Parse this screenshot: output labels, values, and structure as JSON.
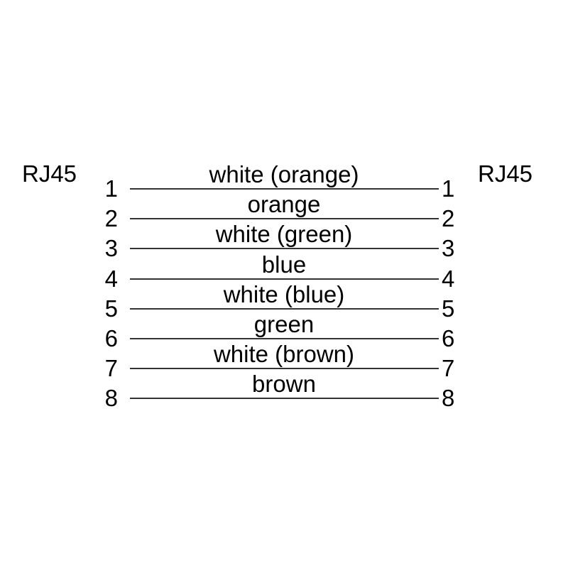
{
  "diagram": {
    "connector_left": "RJ45",
    "connector_right": "RJ45",
    "colors": {
      "text": "#000000",
      "wire_line": "#333333",
      "background": "#ffffff"
    },
    "rows": [
      {
        "pin_left": "1",
        "pin_right": "1",
        "label": "white (orange)"
      },
      {
        "pin_left": "2",
        "pin_right": "2",
        "label": "orange"
      },
      {
        "pin_left": "3",
        "pin_right": "3",
        "label": "white (green)"
      },
      {
        "pin_left": "4",
        "pin_right": "4",
        "label": "blue"
      },
      {
        "pin_left": "5",
        "pin_right": "5",
        "label": "white (blue)"
      },
      {
        "pin_left": "6",
        "pin_right": "6",
        "label": "green"
      },
      {
        "pin_left": "7",
        "pin_right": "7",
        "label": "white (brown)"
      },
      {
        "pin_left": "8",
        "pin_right": "8",
        "label": "brown"
      }
    ]
  }
}
